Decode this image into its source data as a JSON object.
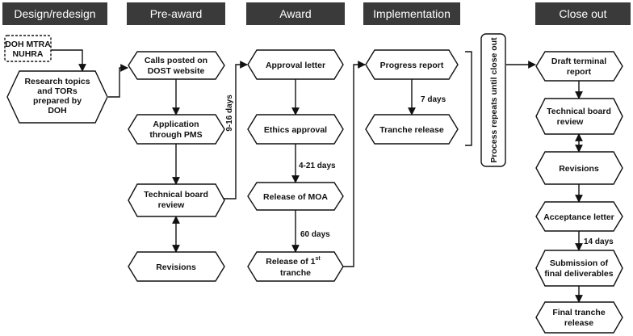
{
  "headers": {
    "design": "Design/redesign",
    "preaward": "Pre-award",
    "award": "Award",
    "implementation": "Implementation",
    "closeout": "Close out"
  },
  "nodes": {
    "doh_mtra": {
      "lines": [
        "DOH MTRA",
        "NUHRA"
      ]
    },
    "research_topics": {
      "lines": [
        "Research topics",
        "and TORs",
        "prepared by",
        "DOH"
      ]
    },
    "calls_posted": {
      "lines": [
        "Calls posted on",
        "DOST website"
      ]
    },
    "application_pms": {
      "lines": [
        "Application",
        "through PMS"
      ]
    },
    "tech_board_pre": {
      "lines": [
        "Technical board",
        "review"
      ]
    },
    "revisions_pre": {
      "lines": [
        "Revisions"
      ]
    },
    "approval_letter": {
      "lines": [
        "Approval letter"
      ]
    },
    "ethics_approval": {
      "lines": [
        "Ethics approval"
      ]
    },
    "release_moa": {
      "lines": [
        "Release of MOA"
      ]
    },
    "release_first_tranche": {
      "line1_main": "Release of 1",
      "line1_sup": "st",
      "line2": "tranche"
    },
    "progress_report": {
      "lines": [
        "Progress report"
      ]
    },
    "tranche_release": {
      "lines": [
        "Tranche release"
      ]
    },
    "process_repeats": {
      "text": "Process repeats until close out"
    },
    "draft_terminal": {
      "lines": [
        "Draft terminal",
        "report"
      ]
    },
    "tech_board_close": {
      "lines": [
        "Technical board",
        "review"
      ]
    },
    "revisions_close": {
      "lines": [
        "Revisions"
      ]
    },
    "acceptance_letter": {
      "lines": [
        "Acceptance letter"
      ]
    },
    "submission_final": {
      "lines": [
        "Submission of",
        "final deliverables"
      ]
    },
    "final_tranche": {
      "lines": [
        "Final tranche",
        "release"
      ]
    }
  },
  "edge_labels": {
    "days_9_16": "9-16 days",
    "days_4_21": "4-21 days",
    "days_60": "60 days",
    "days_7": "7 days",
    "days_14": "14 days"
  },
  "colors": {
    "header_fill": "#3a3a3a",
    "header_text": "#ffffff",
    "node_stroke": "#111111",
    "node_fill": "#ffffff"
  }
}
